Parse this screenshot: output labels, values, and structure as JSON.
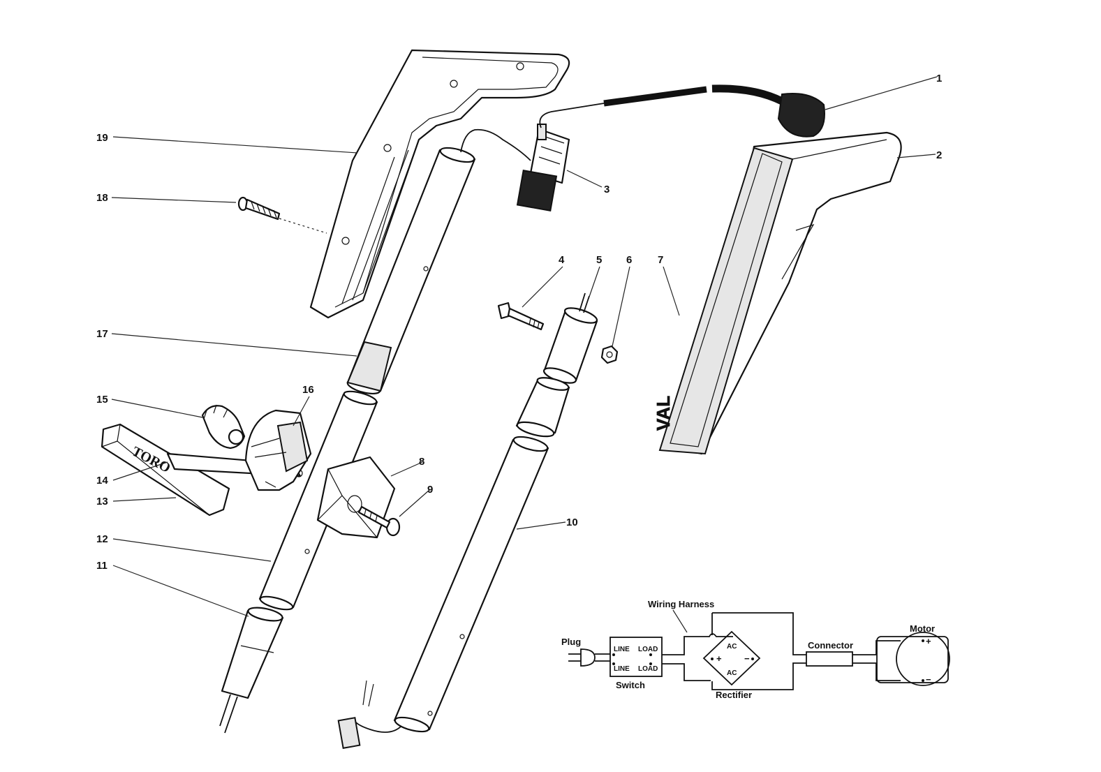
{
  "callouts": [
    "1",
    "2",
    "3",
    "4",
    "5",
    "6",
    "7",
    "8",
    "9",
    "10",
    "11",
    "12",
    "13",
    "14",
    "15",
    "16",
    "17",
    "18",
    "19"
  ],
  "brand": {
    "handle_logo": "TORO"
  },
  "wiring": {
    "harness_label": "Wiring Harness",
    "plug_label": "Plug",
    "switch_label": "Switch",
    "line_label_1": "LINE",
    "line_label_2": "LINE",
    "load_label_1": "LOAD",
    "load_label_2": "LOAD",
    "rectifier_label": "Rectifier",
    "ac_top": "AC",
    "ac_bottom": "AC",
    "plus": "+",
    "minus": "−",
    "connector_label": "Connector",
    "motor_label": "Motor",
    "motor_plus": "+",
    "motor_minus": "−"
  }
}
